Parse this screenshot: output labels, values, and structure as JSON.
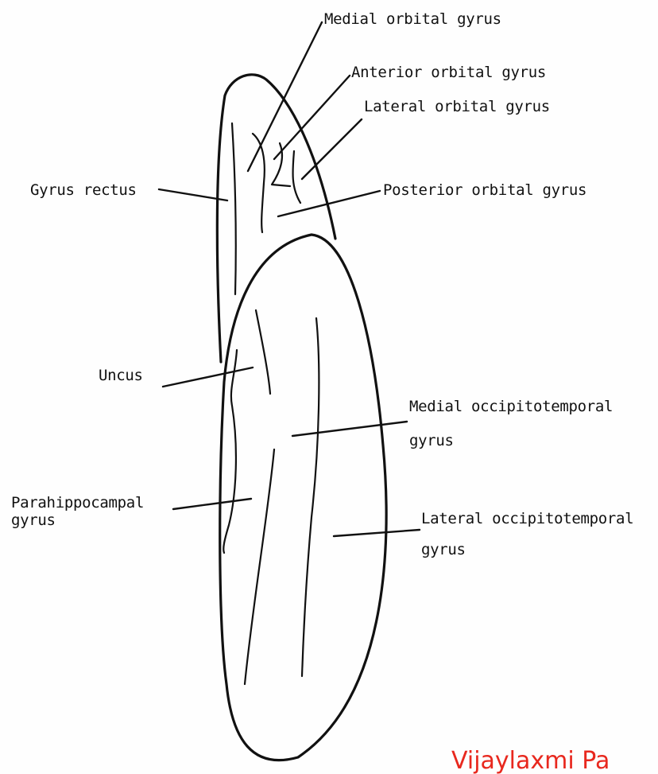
{
  "labels": {
    "medial_orbital": "Medial orbital gyrus",
    "anterior_orbital": "Anterior orbital gyrus",
    "lateral_orbital": "Lateral orbital gyrus",
    "gyrus_rectus": "Gyrus rectus",
    "posterior_orbital": "Posterior orbital gyrus",
    "uncus": "Uncus",
    "medial_occipitotemporal_1": "Medial occipitotemporal",
    "medial_occipitotemporal_2": "gyrus",
    "parahippocampal_1": "Parahippocampal",
    "parahippocampal_2": "gyrus",
    "lateral_occipitotemporal_1": "Lateral occipitotemporal",
    "lateral_occipitotemporal_2": "gyrus"
  },
  "watermark": "Vijaylaxmi Pa",
  "colors": {
    "ink": "#111111",
    "watermark": "#e8281e",
    "background": "#fefefe"
  }
}
